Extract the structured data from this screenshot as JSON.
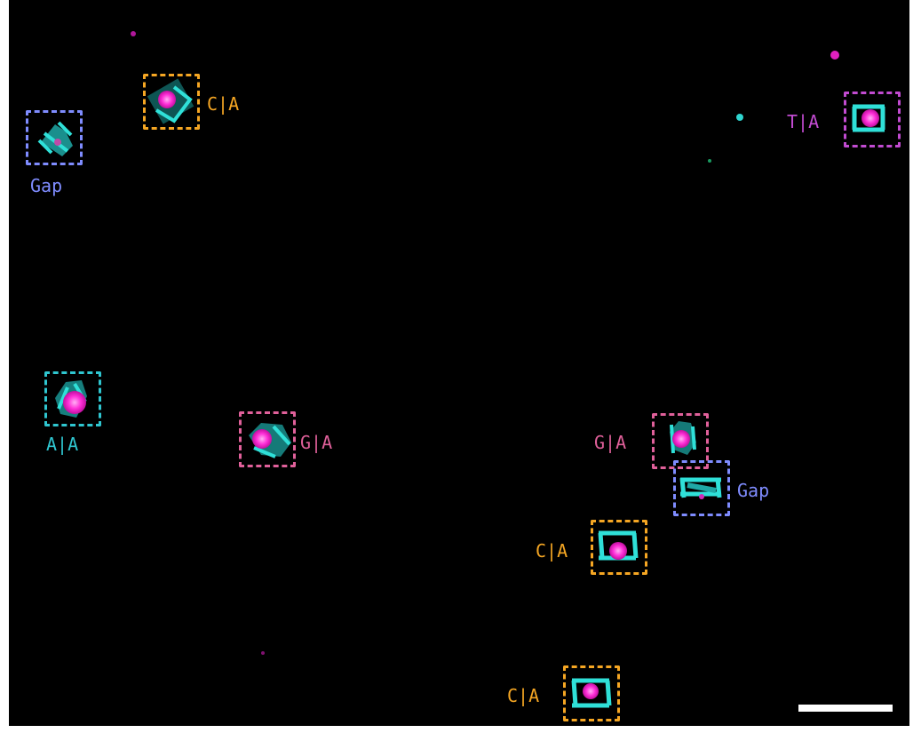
{
  "image": {
    "description_colors": {
      "background": "#000000",
      "nanostructure": "#2fd6d0",
      "particle": "#ff2fd8"
    },
    "annotations": [
      {
        "id": "gap-1",
        "label": "Gap",
        "color": "#7f8cff"
      },
      {
        "id": "ca-1",
        "label": "C|A",
        "color": "#f5a623"
      },
      {
        "id": "ta-1",
        "label": "T|A",
        "color": "#c24bd1"
      },
      {
        "id": "aa-1",
        "label": "A|A",
        "color": "#2fc6d0"
      },
      {
        "id": "ga-1",
        "label": "G|A",
        "color": "#e0609a"
      },
      {
        "id": "ga-2",
        "label": "G|A",
        "color": "#e0609a"
      },
      {
        "id": "gap-2",
        "label": "Gap",
        "color": "#7f8cff"
      },
      {
        "id": "ca-2",
        "label": "C|A",
        "color": "#f5a623"
      },
      {
        "id": "ca-3",
        "label": "C|A",
        "color": "#f5a623"
      }
    ],
    "scale_bar": {
      "color": "#ffffff"
    }
  }
}
